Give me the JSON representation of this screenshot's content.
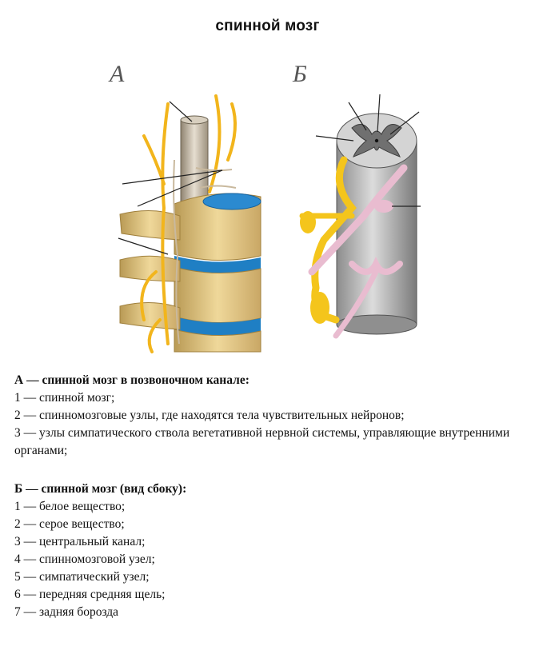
{
  "title": "спинной мозг",
  "figure": {
    "label_a": "А",
    "label_b": "Б"
  },
  "legend_a": {
    "heading": "А — спинной мозг в позвоночном  канале:",
    "items": [
      "1  — спинной мозг;",
      "2  — спинномозговые узлы, где  находятся тела чувствительных  нейронов;",
      "3 — узлы симпатического ствола вегетативной нервной системы, управляющие внутренними органами;"
    ]
  },
  "legend_b": {
    "heading": "Б — спинной мозг (вид сбоку):",
    "items": [
      "1 — белое вещество;",
      "2 — серое  вещество;",
      "3 — центральный канал;",
      "4 — спинномозговой узел;",
      "5 — симпатический узел;",
      "6 — передняя средняя щель;",
      "7 — задняя борозда"
    ]
  },
  "colors": {
    "bone": "#e2c27a",
    "disc": "#1f7fc4",
    "nerve": "#f2b51c",
    "cord_gray": "#8a8a8a",
    "sensory_pink": "#e9bcd0"
  }
}
